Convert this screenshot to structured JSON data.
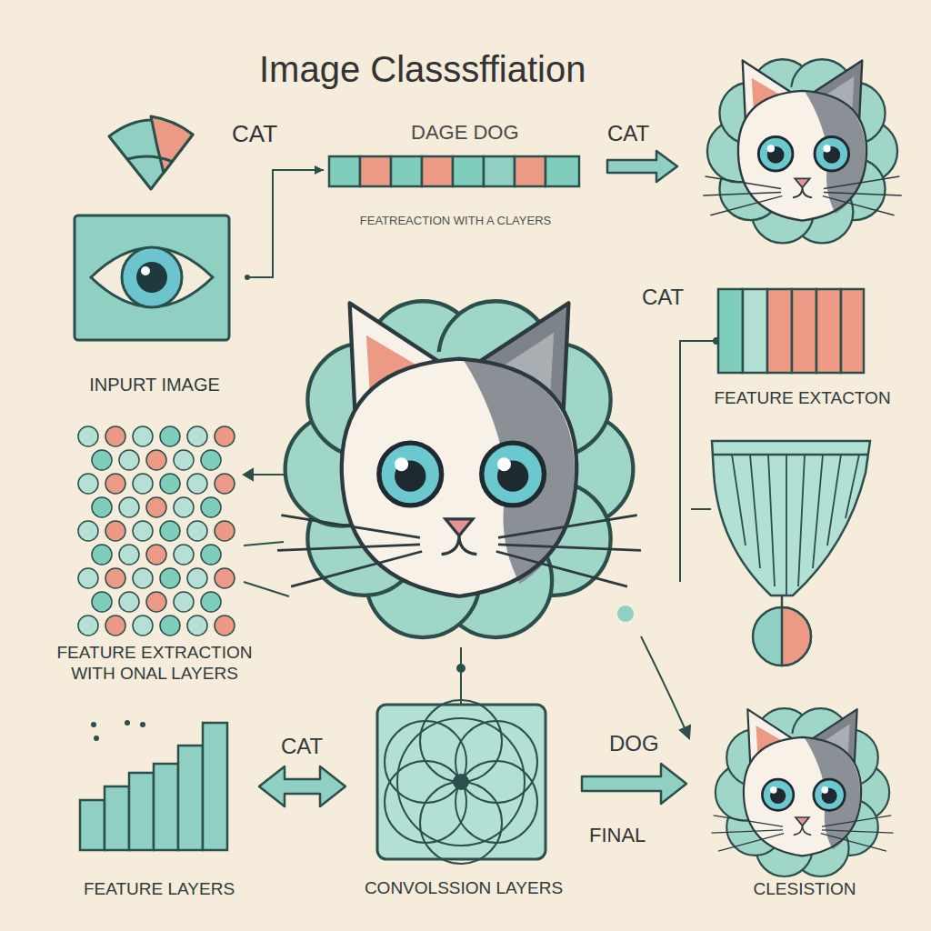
{
  "diagram": {
    "title": "Image Classsffiation",
    "nodes": [
      {
        "text": [
          "INPURT IMAGE"
        ]
      },
      {
        "text": [
          "FEATREACTION WITH A CLAYERS"
        ]
      },
      {
        "text": [
          "CAT",
          "FEATURE EXTACTON"
        ]
      },
      {
        "text": [
          "FEATURE EXTRACTION WITH ONAL LAYERS"
        ]
      },
      {
        "text": [
          "FEATURE LAYERS"
        ]
      },
      {
        "text": [
          "CONVOLSSION LAYERS"
        ]
      },
      {
        "text": [
          "CLESISTION"
        ]
      }
    ],
    "edges": [
      {
        "from": 0,
        "to": 1,
        "arrow": "to"
      },
      {
        "from": 4,
        "to": 5,
        "label": "CAT",
        "arrow": "both"
      },
      {
        "from": 5,
        "to": 6,
        "label": "DOG",
        "arrow": "to"
      }
    ],
    "labels": [
      "CAT",
      "DAGE DOG",
      "CAT",
      "FINAL"
    ]
  }
}
